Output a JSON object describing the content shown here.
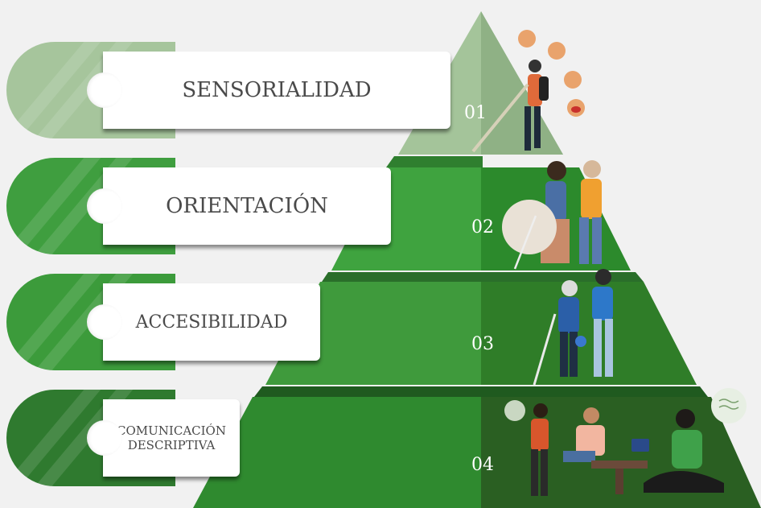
{
  "levels": [
    {
      "label": "SENSORIALIDAD",
      "number": "01",
      "color": "#9dbf93"
    },
    {
      "label": "ORIENTACIÓN",
      "number": "02",
      "color": "#3d9e3c"
    },
    {
      "label": "ACCESIBILIDAD",
      "number": "03",
      "color": "#3a9a3a"
    },
    {
      "label_line1": "COMUNICACIÓN",
      "label_line2": "DESCRIPTIVA",
      "number": "04",
      "color": "#2f7a2f"
    }
  ],
  "icons": [
    "ear-icon",
    "nose-icon",
    "hand-icon",
    "tongue-icon",
    "speech-bubble-icon",
    "wave-bubble-icon"
  ]
}
